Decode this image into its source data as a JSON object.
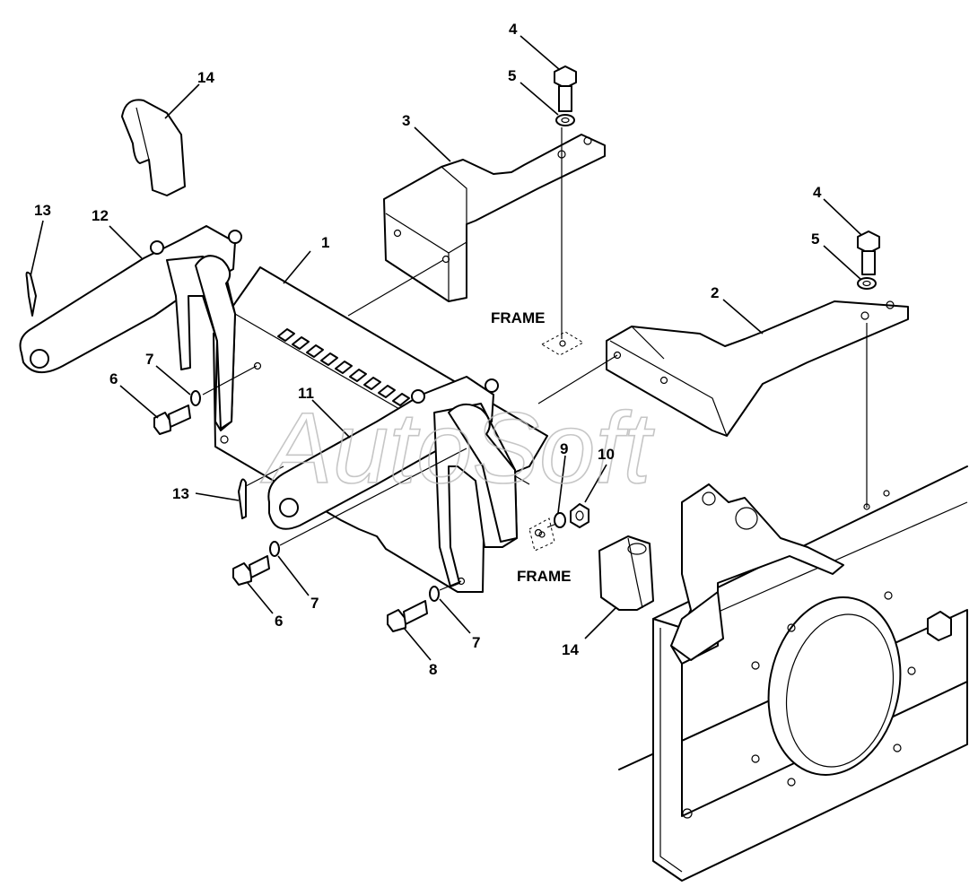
{
  "watermark": "AutoSoft",
  "frame_labels": [
    "FRAME",
    "FRAME"
  ],
  "callouts": [
    {
      "id": "c1",
      "label": "1"
    },
    {
      "id": "c2",
      "label": "2"
    },
    {
      "id": "c3",
      "label": "3"
    },
    {
      "id": "c4a",
      "label": "4"
    },
    {
      "id": "c4b",
      "label": "4"
    },
    {
      "id": "c5a",
      "label": "5"
    },
    {
      "id": "c5b",
      "label": "5"
    },
    {
      "id": "c6a",
      "label": "6"
    },
    {
      "id": "c6b",
      "label": "6"
    },
    {
      "id": "c7a",
      "label": "7"
    },
    {
      "id": "c7b",
      "label": "7"
    },
    {
      "id": "c7c",
      "label": "7"
    },
    {
      "id": "c8",
      "label": "8"
    },
    {
      "id": "c9",
      "label": "9"
    },
    {
      "id": "c10",
      "label": "10"
    },
    {
      "id": "c11",
      "label": "11"
    },
    {
      "id": "c12",
      "label": "12"
    },
    {
      "id": "c13a",
      "label": "13"
    },
    {
      "id": "c13b",
      "label": "13"
    },
    {
      "id": "c14a",
      "label": "14"
    },
    {
      "id": "c14b",
      "label": "14"
    }
  ]
}
